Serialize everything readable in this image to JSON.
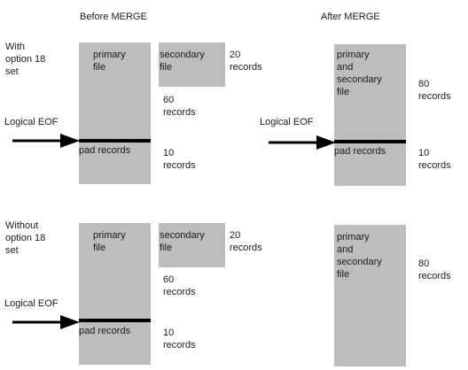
{
  "headers": {
    "before": "Before MERGE",
    "after": "After MERGE"
  },
  "labels": {
    "with_option": "With\noption 18\nset",
    "without_option": "Without\noption 18\nset",
    "logical_eof": "Logical EOF"
  },
  "boxes": {
    "primary": "primary\nfile",
    "secondary": "secondary\nfile",
    "merged": "primary\nand\nsecondary\nfile",
    "pad": "pad records"
  },
  "counts": {
    "secondary": "20\nrecords",
    "primary": "60\nrecords",
    "pad": "10\nrecords",
    "merged": "80\nrecords",
    "merged_pad": "10\nrecords"
  },
  "colors": {
    "box_fill": "#bdbdbd",
    "eof_line": "#000000"
  },
  "icons": {
    "arrow": "arrow-right-icon"
  }
}
